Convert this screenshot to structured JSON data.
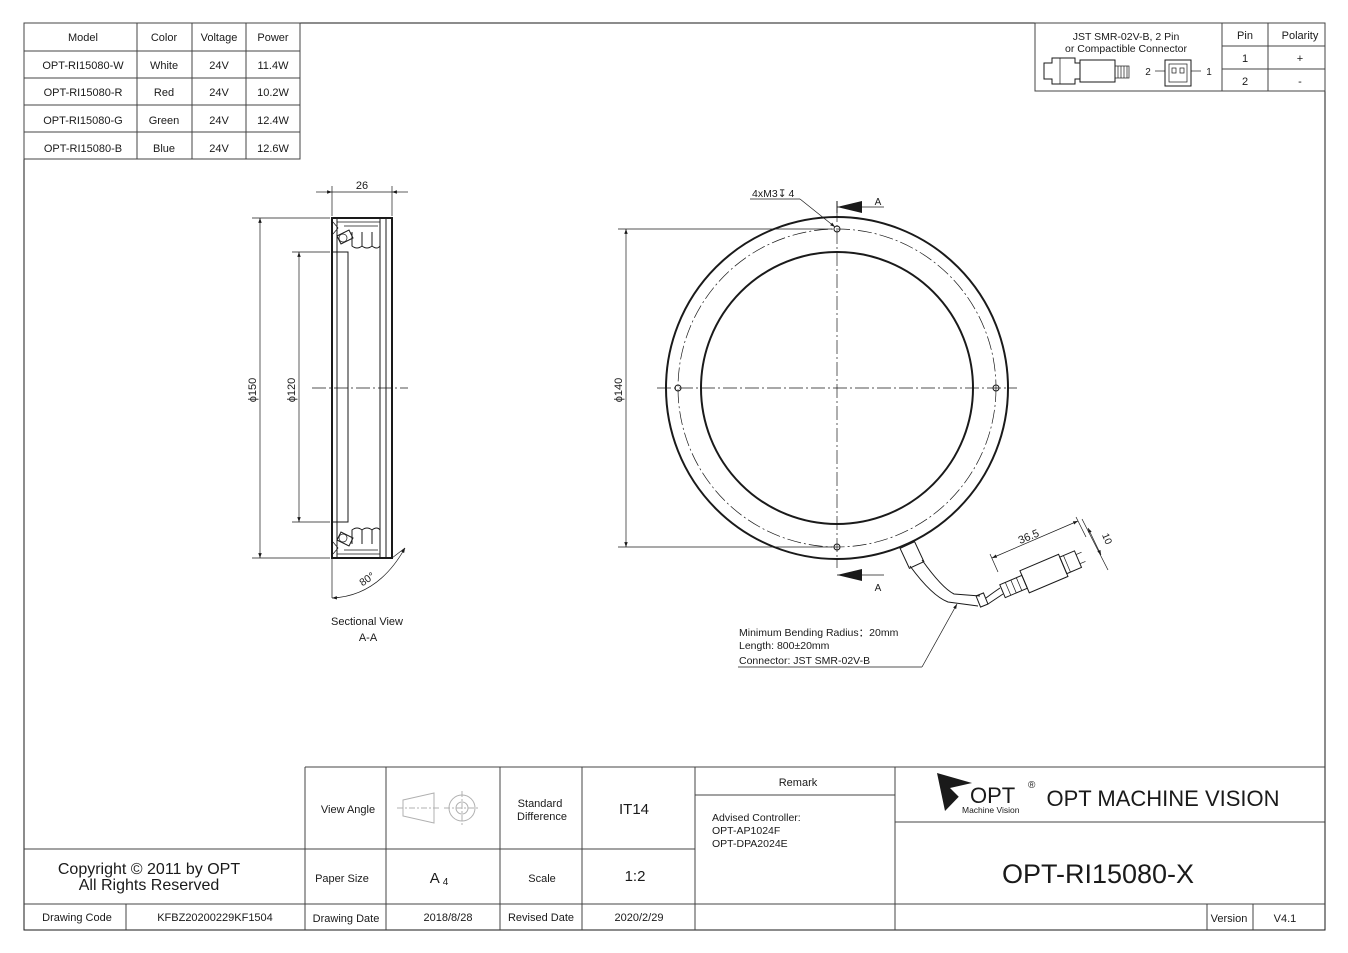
{
  "model_table": {
    "headers": [
      "Model",
      "Color",
      "Voltage",
      "Power"
    ],
    "rows": [
      [
        "OPT-RI15080-W",
        "White",
        "24V",
        "11.4W"
      ],
      [
        "OPT-RI15080-R",
        "Red",
        "24V",
        "10.2W"
      ],
      [
        "OPT-RI15080-G",
        "Green",
        "24V",
        "12.4W"
      ],
      [
        "OPT-RI15080-B",
        "Blue",
        "24V",
        "12.6W"
      ]
    ]
  },
  "connector_table": {
    "title_line1": "JST SMR-02V-B, 2 Pin",
    "title_line2": "or Compactible Connector",
    "pin_header": "Pin",
    "polarity_header": "Polarity",
    "rows": [
      [
        "1",
        "+"
      ],
      [
        "2",
        "-"
      ]
    ],
    "pin_label_left": "2",
    "pin_label_right": "1"
  },
  "section_view": {
    "dim_width": "26",
    "dim_outer": "ϕ150",
    "dim_inner": "ϕ120",
    "dim_angle": "80°",
    "caption_line1": "Sectional View",
    "caption_line2": "A-A"
  },
  "front_view": {
    "hole_note": "4xM3",
    "hole_depth_symbol": "↧",
    "hole_depth": "4",
    "dim_pcd": "ϕ140",
    "section_label_top": "A",
    "section_label_bottom": "A",
    "dim_connector_length": "36.5",
    "dim_connector_width": "10",
    "cable_note_line1": "Minimum Bending Radius：20mm",
    "cable_note_line2": "Length: 800±20mm",
    "cable_note_line3": "Connector: JST SMR-02V-B"
  },
  "title_block": {
    "copyright_line1": "Copyright © 2011 by OPT",
    "copyright_line2": "All Rights Reserved",
    "drawing_code_label": "Drawing Code",
    "drawing_code": "KFBZ20200229KF1504",
    "view_angle_label": "View Angle",
    "standard_difference_label_1": "Standard",
    "standard_difference_label_2": "Difference",
    "standard_difference": "IT14",
    "paper_size_label": "Paper Size",
    "paper_size": "A",
    "paper_size_sub": "4",
    "scale_label": "Scale",
    "scale": "1:2",
    "drawing_date_label": "Drawing Date",
    "drawing_date": "2018/8/28",
    "revised_date_label": "Revised Date",
    "revised_date": "2020/2/29",
    "remark_label": "Remark",
    "remark_line1": "Advised Controller:",
    "remark_line2": "OPT-AP1024F",
    "remark_line3": "OPT-DPA2024E",
    "logo_text": "OPT",
    "logo_registered": "®",
    "logo_sub": "Machine Vision",
    "company": "OPT MACHINE VISION",
    "part_number": "OPT-RI15080-X",
    "version_label": "Version",
    "version": "V4.1"
  }
}
